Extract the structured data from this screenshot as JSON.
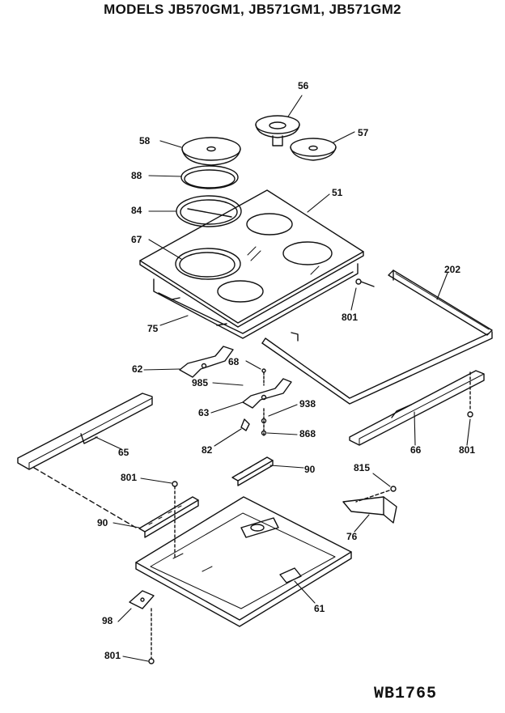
{
  "title": "MODELS JB570GM1, JB571GM1, JB571GM2",
  "diagram_code": "WB1765",
  "colors": {
    "ink": "#111111",
    "background": "#ffffff"
  },
  "callouts": {
    "p56": "56",
    "p58": "58",
    "p57": "57",
    "p88": "88",
    "p51": "51",
    "p84": "84",
    "p67": "67",
    "p202": "202",
    "p801a": "801",
    "p75": "75",
    "p62": "62",
    "p68": "68",
    "p985": "985",
    "p938": "938",
    "p63": "63",
    "p868": "868",
    "p82": "82",
    "p65": "65",
    "p66": "66",
    "p801b": "801",
    "p90a": "90",
    "p801c": "801",
    "p815": "815",
    "p90b": "90",
    "p76": "76",
    "p61": "61",
    "p98": "98",
    "p801d": "801"
  }
}
